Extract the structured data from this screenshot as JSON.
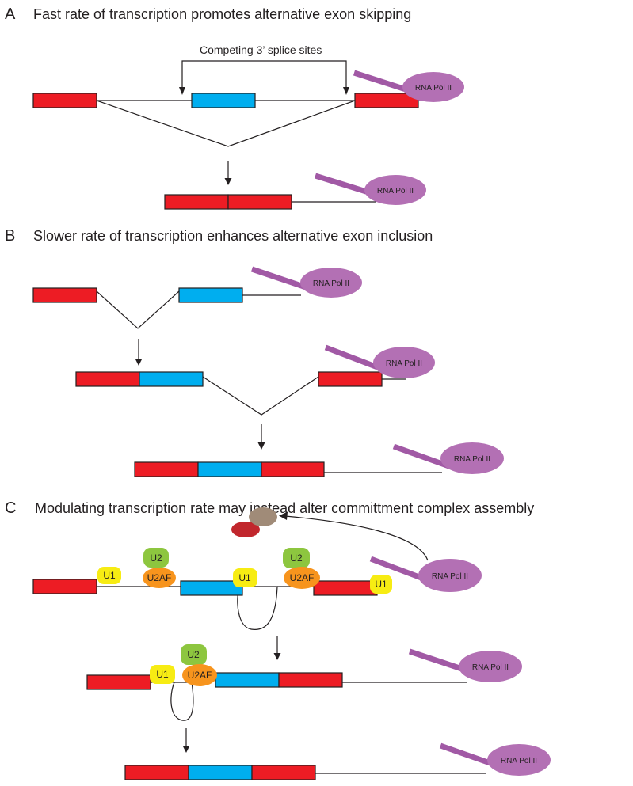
{
  "panels": {
    "a": {
      "letter": "A",
      "title": "Fast rate of transcription promotes alternative exon skipping",
      "splice_label": "Competing 3’ splice sites"
    },
    "b": {
      "letter": "B",
      "title": "Slower rate of transcription enhances alternative exon inclusion"
    },
    "c": {
      "letter": "C",
      "title": "Modulating transcription rate may instead alter committment complex assembly"
    }
  },
  "labels": {
    "polymerase": "RNA Pol II",
    "u1": "U1",
    "u2": "U2",
    "u2af": "U2AF"
  },
  "colors": {
    "exon_constitutive": "#ed1c24",
    "exon_alternative": "#00aeef",
    "polymerase": "#b370b4",
    "u1": "#f7ec13",
    "u2": "#8dc63f",
    "u2af": "#f7941d",
    "factor_red": "#c1272d",
    "factor_brown": "#a08b78"
  }
}
